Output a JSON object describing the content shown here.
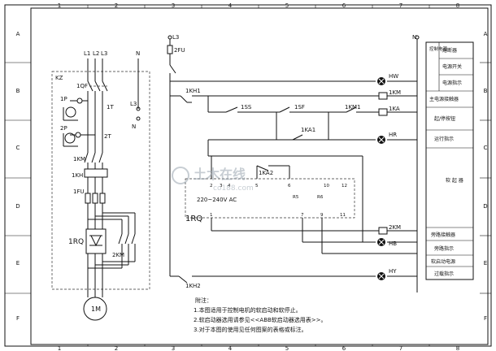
{
  "frame": {
    "col_numbers": [
      "1",
      "2",
      "3",
      "4",
      "5",
      "6",
      "7",
      "8"
    ],
    "row_letters": [
      "A",
      "B",
      "C",
      "D",
      "E",
      "F"
    ]
  },
  "main_circuit": {
    "phase_labels": [
      "L1",
      "L2",
      "L3",
      "N"
    ],
    "box_label": "KZ",
    "breaker": "1QF",
    "t1": "1T",
    "t2": "2T",
    "p1": "1P",
    "p2": "2P",
    "contactor": "1KM",
    "overload": "1KH",
    "fuses": "1FU",
    "softstarter": "1RQ",
    "bypass": "2KM",
    "motor": "1M",
    "l3": "L3",
    "n": "N"
  },
  "control_circuit": {
    "supply": "L3",
    "fuse": "2FU",
    "neutral": "N",
    "kh1": "1KH1",
    "ss": "1SS",
    "sf": "1SF",
    "km1": "1KM1",
    "ka1": "1KA1",
    "ka2": "1KA2",
    "kh2": "1KH2",
    "rq_label": "1RQ",
    "voltage": "220~240V AC",
    "terminals_top": [
      "2",
      "3",
      "4",
      "5",
      "6",
      "10",
      "12"
    ],
    "terminals_bottom": [
      "1",
      "7",
      "9",
      "11"
    ],
    "r_labels": [
      "R5",
      "R6"
    ],
    "coils": [
      "HW",
      "1KM",
      "1KA",
      "HR",
      "2KM",
      "HB",
      "HY"
    ]
  },
  "legend": {
    "header_side": "控制电源",
    "header_rows": [
      "熔断器",
      "电源开关",
      "电源指示"
    ],
    "rows": [
      "主电源接触器",
      "起/停按钮",
      "运行指示",
      "软\n起\n器",
      "旁路接触器",
      "旁路指示",
      "软启动电源",
      "过载指示"
    ]
  },
  "notes": {
    "title": "附注：",
    "items": [
      "1.本图适用于控制电机的软启动和软停止。",
      "2.软启动器选用请参见<<ABB软启动器选用表>>。",
      "3.对于本图的使用见任何图案的表格或标注。"
    ]
  },
  "watermark": {
    "cn": "土木在线",
    "en": "co188.com"
  }
}
